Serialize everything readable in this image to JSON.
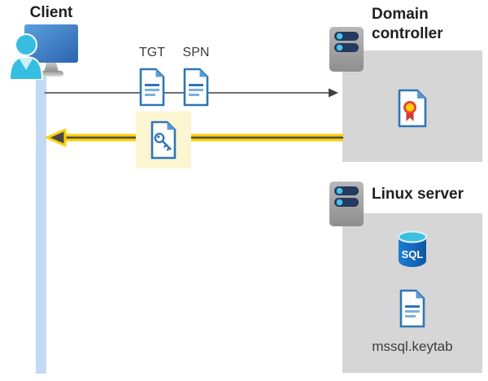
{
  "client": {
    "label": "Client"
  },
  "tickets": {
    "tgt": "TGT",
    "spn": "SPN"
  },
  "domain_controller": {
    "name_line1": "Domain",
    "name_line2": "controller"
  },
  "linux_server": {
    "name": "Linux server",
    "database": "SQL",
    "keytab": "mssql.keytab"
  },
  "colors": {
    "highlight_yellow": "#FBF5D2",
    "arrow_yellow": "#FFD102",
    "arrow_gray": "#58595B",
    "box_gray": "#D6D6D6",
    "document_blue": "#2E75B6",
    "client_bar_blue": "#C3D9F4",
    "person_cyan": "#35BEE0",
    "server_pill_navy": "#243A5E"
  },
  "icons": {
    "client": "user-at-computer-icon",
    "domain_controller": "server-icon",
    "linux_server": "server-icon",
    "tgt": "document-icon",
    "spn": "document-icon",
    "service_ticket": "document-key-icon",
    "certificate": "certificate-icon",
    "database": "sql-database-icon",
    "keytab": "document-icon"
  }
}
